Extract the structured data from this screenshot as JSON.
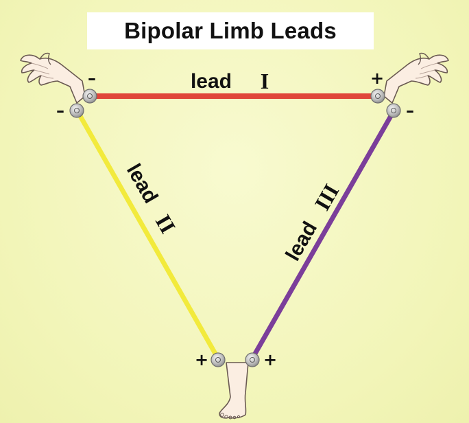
{
  "title": "Bipolar Limb Leads",
  "leads": [
    {
      "word": "lead",
      "numeral": "I",
      "color": "#e0463a"
    },
    {
      "word": "lead",
      "numeral": "II",
      "color": "#f2ea3c"
    },
    {
      "word": "lead",
      "numeral": "III",
      "color": "#7b3e9a"
    }
  ],
  "signs": {
    "plus": "+",
    "minus": "–"
  },
  "colors": {
    "background": "#f4f7c0",
    "electrode": "#c9c9c9",
    "skin": "#fbeee2"
  },
  "icons": [
    "right-hand-icon",
    "left-hand-icon",
    "foot-icon"
  ]
}
